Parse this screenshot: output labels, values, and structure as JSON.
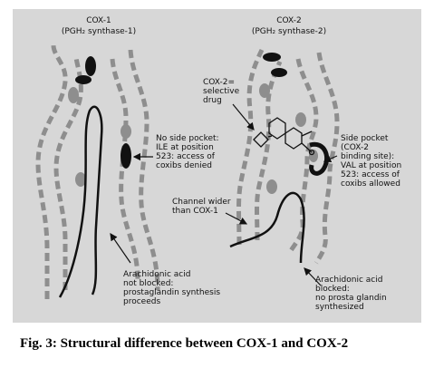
{
  "cox1": {
    "title": "COX-1",
    "subtitle": "(PGH₂ synthase-1)",
    "side_pocket_note": [
      "No side pocket:",
      "ILE at position",
      "523: access of",
      "coxibs denied"
    ],
    "substrate_note": [
      "Arachidonic acid",
      "not blocked:",
      "prostaglandin synthesis",
      "proceeds"
    ]
  },
  "cox2": {
    "title": "COX-2",
    "subtitle": "(PGH₂ synthase-2)",
    "drug_note": [
      "COX-2=",
      "selective",
      "drug"
    ],
    "side_pocket_note": [
      "Side pocket",
      "(COX-2",
      "binding site):",
      "VAL at position",
      "523: access of",
      "coxibs allowed"
    ],
    "channel_note": [
      "Channel wider",
      "than COX-1"
    ],
    "substrate_note": [
      "Arachidonic acid",
      "blocked:",
      "no prosta glandin",
      "synthesized"
    ]
  },
  "caption": "Fig. 3: Structural difference between COX-1 and COX-2",
  "colors": {
    "membrane": "#8e8e8e",
    "background": "#d7d7d7",
    "ink": "#111111"
  }
}
